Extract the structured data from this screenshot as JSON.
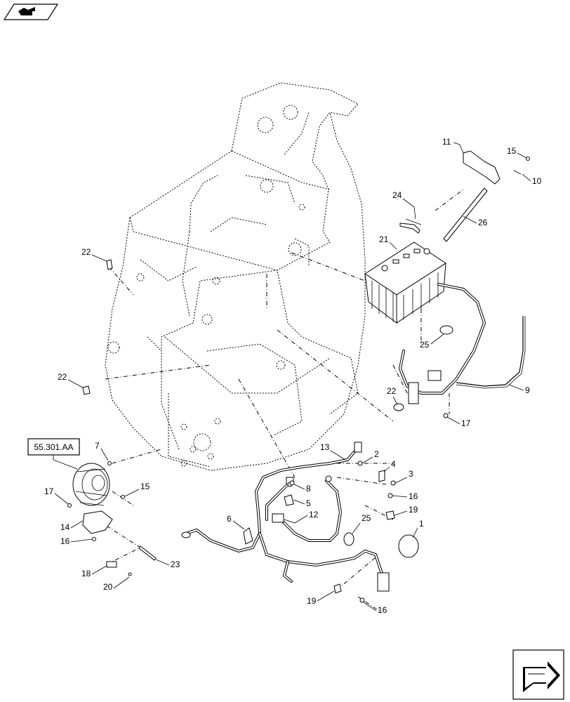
{
  "reference_box": {
    "label": "55.301.AA"
  },
  "callouts": [
    {
      "id": "c-1",
      "text": "1"
    },
    {
      "id": "c-2",
      "text": "2"
    },
    {
      "id": "c-3",
      "text": "3"
    },
    {
      "id": "c-4",
      "text": "4"
    },
    {
      "id": "c-5",
      "text": "5"
    },
    {
      "id": "c-6",
      "text": "6"
    },
    {
      "id": "c-7",
      "text": "7"
    },
    {
      "id": "c-8",
      "text": "8"
    },
    {
      "id": "c-9",
      "text": "9"
    },
    {
      "id": "c-10",
      "text": "10"
    },
    {
      "id": "c-11",
      "text": "11"
    },
    {
      "id": "c-12",
      "text": "12"
    },
    {
      "id": "c-13",
      "text": "13"
    },
    {
      "id": "c-14",
      "text": "14"
    },
    {
      "id": "c-15a",
      "text": "15"
    },
    {
      "id": "c-15b",
      "text": "15"
    },
    {
      "id": "c-16a",
      "text": "16"
    },
    {
      "id": "c-16b",
      "text": "16"
    },
    {
      "id": "c-16c",
      "text": "16"
    },
    {
      "id": "c-17a",
      "text": "17"
    },
    {
      "id": "c-17b",
      "text": "17"
    },
    {
      "id": "c-18",
      "text": "18"
    },
    {
      "id": "c-19a",
      "text": "19"
    },
    {
      "id": "c-19b",
      "text": "19"
    },
    {
      "id": "c-20",
      "text": "20"
    },
    {
      "id": "c-21",
      "text": "21"
    },
    {
      "id": "c-22a",
      "text": "22"
    },
    {
      "id": "c-22b",
      "text": "22"
    },
    {
      "id": "c-22c",
      "text": "22"
    },
    {
      "id": "c-23",
      "text": "23"
    },
    {
      "id": "c-24",
      "text": "24"
    },
    {
      "id": "c-25a",
      "text": "25"
    },
    {
      "id": "c-25b",
      "text": "25"
    },
    {
      "id": "c-26",
      "text": "26"
    }
  ],
  "icons": {
    "top_left": "book-arrow-icon",
    "bottom_right": "next-page-arrow-icon"
  }
}
